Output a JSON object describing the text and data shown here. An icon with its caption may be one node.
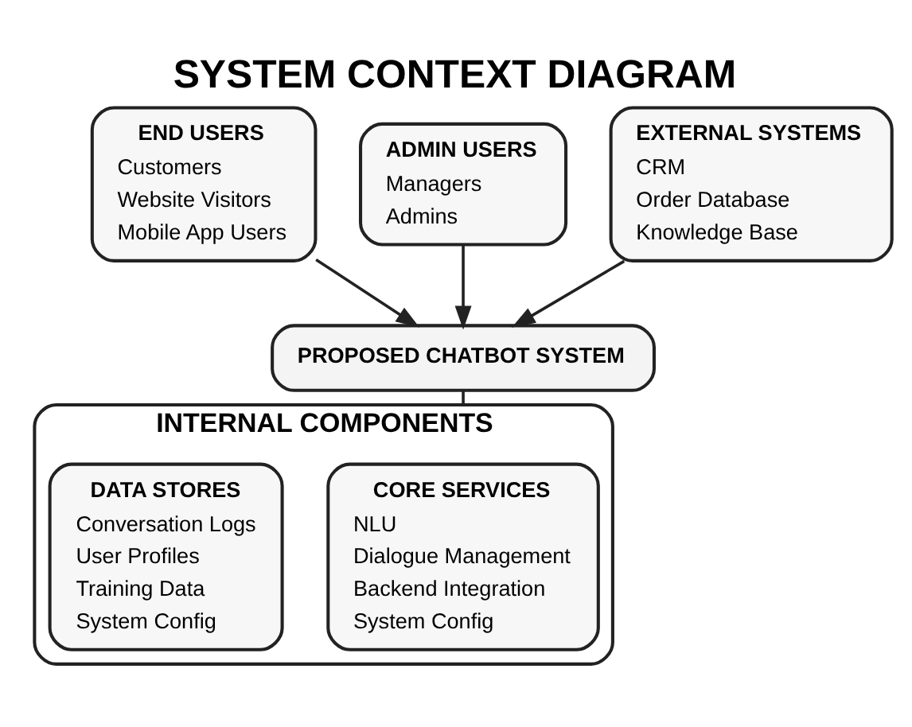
{
  "diagram": {
    "title": "SYSTEM CONTEXT DIAGRAM",
    "nodes": [
      {
        "text": [
          "END USERS",
          "Customers",
          "Website Visitors",
          "Mobile App Users"
        ]
      },
      {
        "text": [
          "ADMIN USERS",
          "Managers",
          "Admins"
        ]
      },
      {
        "text": [
          "EXTERNAL SYSTEMS",
          "CRM",
          "Order Database",
          "Knowledge Base"
        ]
      },
      {
        "text": [
          "PROPOSED CHATBOT SYSTEM"
        ]
      },
      {
        "text": [
          "INTERNAL COMPONENTS"
        ]
      },
      {
        "text": [
          "CORE SERVICES",
          "NLU",
          "Dialogue Management",
          "Backend Integration",
          "System Config"
        ],
        "in": 4
      },
      {
        "text": [
          "DATA STORES",
          "Conversation Logs",
          "User Profiles",
          "Training Data",
          "System Config"
        ],
        "in": 4
      }
    ],
    "edges": [
      {
        "from": 0,
        "to": 3,
        "arrow": "to"
      },
      {
        "from": 1,
        "to": 3,
        "arrow": "to"
      },
      {
        "from": 2,
        "to": 3,
        "arrow": "to"
      },
      {
        "from": 3,
        "to": 4,
        "arrow": "none"
      }
    ]
  }
}
